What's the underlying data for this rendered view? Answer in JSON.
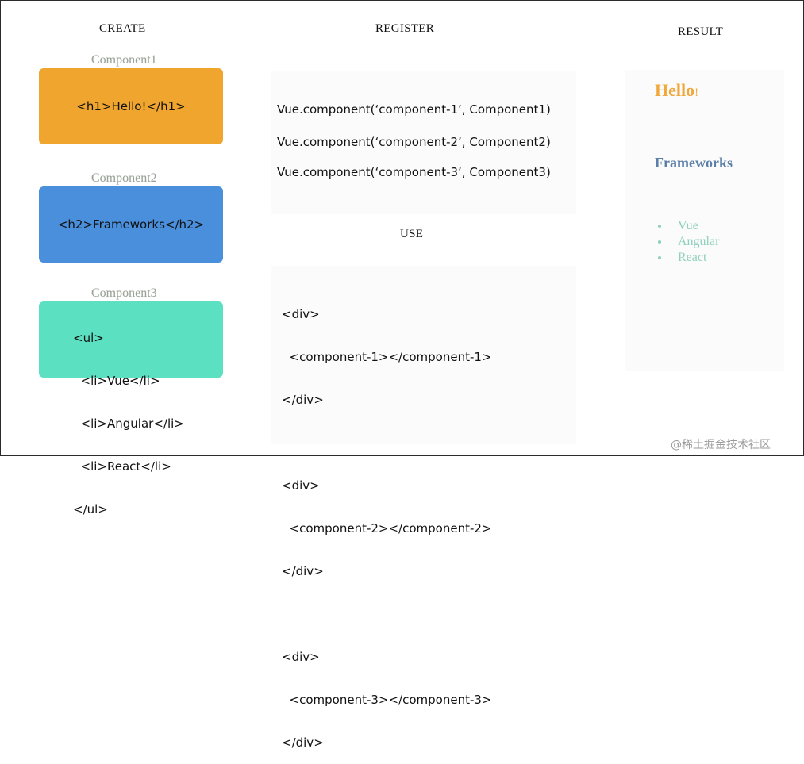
{
  "headings": {
    "create": "CREATE",
    "register": "REGISTER",
    "result": "RESULT",
    "use": "USE"
  },
  "components": [
    {
      "label": "Component1",
      "code": "<h1>Hello!</h1>",
      "color": "#f0a52e"
    },
    {
      "label": "Component2",
      "code": "<h2>Frameworks</h2>",
      "color": "#4a8fdc"
    },
    {
      "label": "Component3",
      "code_lines": [
        "<ul>",
        "  <li>Vue</li>",
        "  <li>Angular</li>",
        "  <li>React</li>",
        "</ul>"
      ],
      "color": "#5ce0c2"
    }
  ],
  "register_lines": [
    "Vue.component(‘component-1’, Component1)",
    "Vue.component(‘component-2’, Component2)",
    "Vue.component(‘component-3’, Component3)"
  ],
  "use_lines": [
    "<div>",
    "  <component-1></component-1>",
    "</div>",
    "",
    "<div>",
    "  <component-2></component-2>",
    "</div>",
    "",
    "<div>",
    "  <component-3></component-3>",
    "</div>"
  ],
  "result": {
    "h1": "Hello",
    "h1_suffix": "!",
    "h2": "Frameworks",
    "list": [
      "Vue",
      "Angular",
      "React"
    ]
  },
  "watermark": "@稀土掘金技术社区"
}
